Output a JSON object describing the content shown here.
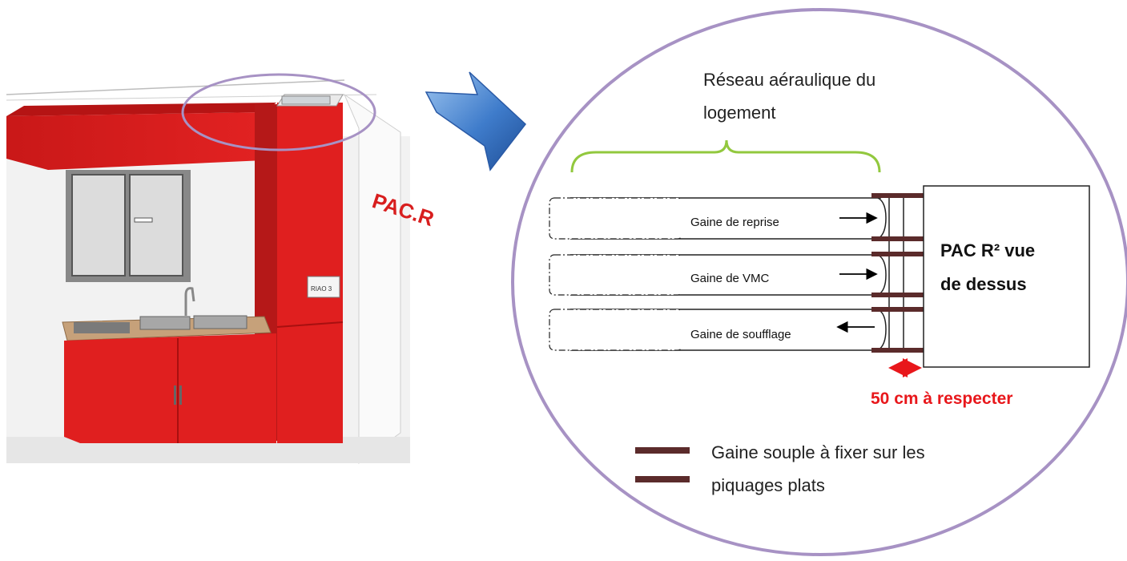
{
  "kitchen_view": {
    "pac_wall_label": "PAC.R",
    "controller_label": "RIAO 3"
  },
  "callout": {
    "network_label_line1": "Réseau aéraulique du",
    "network_label_line2": "logement",
    "ducts": [
      {
        "label": "Gaine de reprise",
        "direction": "toward-pac"
      },
      {
        "label": "Gaine de VMC",
        "direction": "toward-pac"
      },
      {
        "label": "Gaine de soufflage",
        "direction": "from-pac"
      }
    ],
    "pac_box_line1": "PAC R² vue",
    "pac_box_line2": "de dessus",
    "clearance_label": "50 cm à respecter",
    "legend_line1": "Gaine souple à fixer sur les",
    "legend_line2": "piquages plats"
  },
  "colors": {
    "circle_outline": "#a792c4",
    "brace": "#92c83e",
    "flex_duct": "#5b2b2b",
    "clearance": "#e8171b",
    "cabinet_red": "#d81e1e",
    "pointer_arrow": "#3e7bc8"
  }
}
